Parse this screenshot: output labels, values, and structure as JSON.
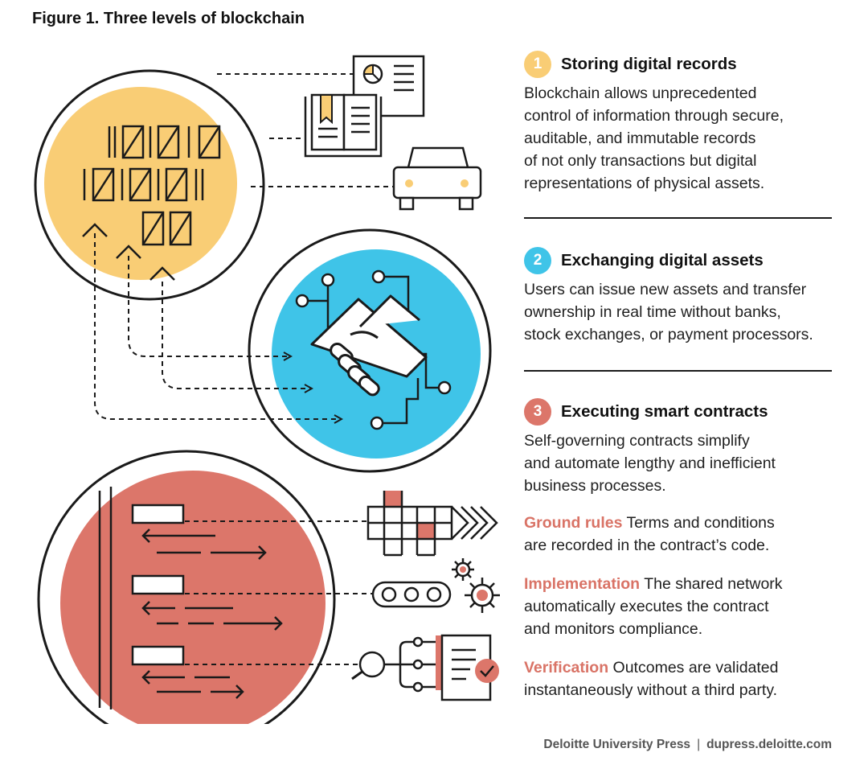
{
  "title": "Figure 1. Three levels of blockchain",
  "colors": {
    "yellow": "#F9CD75",
    "blue": "#3FC4E8",
    "coral": "#DC766A",
    "accent_text": "#D97366",
    "ink": "#1a1a1a"
  },
  "sections": [
    {
      "number": "1",
      "title": "Storing digital records",
      "lines": [
        "Blockchain allows unprecedented",
        "control of information through secure,",
        "auditable, and immutable records",
        "of not only transactions but digital",
        "representations of physical assets."
      ]
    },
    {
      "number": "2",
      "title": "Exchanging digital assets",
      "lines": [
        "Users can issue new assets and transfer",
        "ownership in real time without banks,",
        "stock exchanges, or payment processors."
      ]
    },
    {
      "number": "3",
      "title": "Executing smart contracts",
      "lines": [
        "Self-governing contracts simplify",
        "and automate lengthy and inefficient",
        "business processes."
      ]
    }
  ],
  "subsections": [
    {
      "label": "Ground rules",
      "line1_rest": "Terms and conditions",
      "line2": "are recorded in the contract’s code."
    },
    {
      "label": "Implementation",
      "line1_rest": "The shared network",
      "line2": "automatically executes the contract",
      "line3": "and monitors compliance."
    },
    {
      "label": "Verification",
      "line1_rest": "Outcomes are validated",
      "line2": "instantaneously without a third party."
    }
  ],
  "icons": [
    "pie-chart-document-icon",
    "open-book-icon",
    "car-icon",
    "handshake-icon",
    "grid-arrow-icon",
    "gear-conveyor-icon",
    "magnifier-checklist-icon"
  ],
  "footer": {
    "publisher": "Deloitte University Press",
    "separator": "|",
    "url": "dupress.deloitte.com"
  }
}
